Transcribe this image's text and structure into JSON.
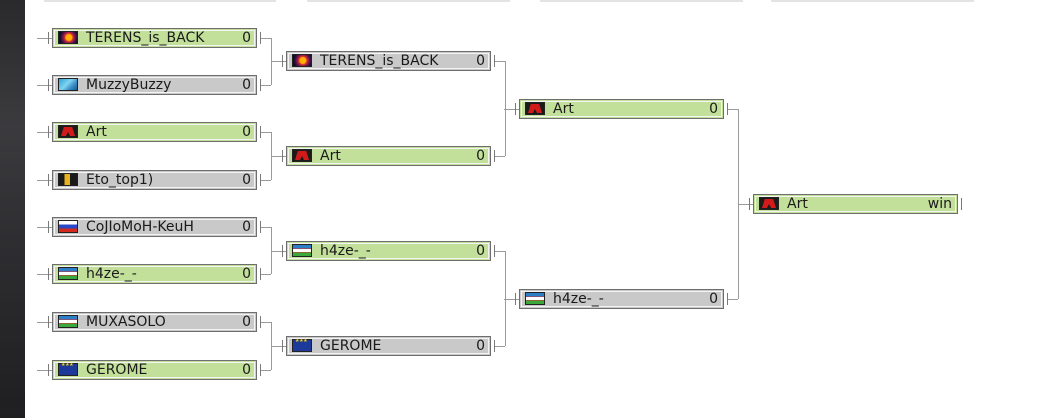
{
  "bracket": {
    "round1": [
      {
        "name": "TERENS_is_BACK",
        "score": "0",
        "flag": "terens-avatar-icon",
        "state": "winner"
      },
      {
        "name": "MuzzyBuzzy",
        "score": "0",
        "flag": "muzzybuzzy-avatar-icon",
        "state": "loser"
      },
      {
        "name": "Art",
        "score": "0",
        "flag": "art-logo-icon",
        "state": "winner"
      },
      {
        "name": "Eto_top1)",
        "score": "0",
        "flag": "eto-avatar-icon",
        "state": "loser"
      },
      {
        "name": "CoJIoMoH-KeuH",
        "score": "0",
        "flag": "russia-flag-icon",
        "state": "loser"
      },
      {
        "name": "h4ze-_-",
        "score": "0",
        "flag": "uzbekistan-flag-icon",
        "state": "winner"
      },
      {
        "name": "MUXASOLO",
        "score": "0",
        "flag": "uzbekistan-flag-icon",
        "state": "loser"
      },
      {
        "name": "GEROME",
        "score": "0",
        "flag": "eu-flag-icon",
        "state": "winner"
      }
    ],
    "round2": [
      {
        "name": "TERENS_is_BACK",
        "score": "0",
        "flag": "terens-avatar-icon",
        "state": "loser"
      },
      {
        "name": "Art",
        "score": "0",
        "flag": "art-logo-icon",
        "state": "winner"
      },
      {
        "name": "h4ze-_-",
        "score": "0",
        "flag": "uzbekistan-flag-icon",
        "state": "winner"
      },
      {
        "name": "GEROME",
        "score": "0",
        "flag": "eu-flag-icon",
        "state": "loser"
      }
    ],
    "round3": [
      {
        "name": "Art",
        "score": "0",
        "flag": "art-logo-icon",
        "state": "winner"
      },
      {
        "name": "h4ze-_-",
        "score": "0",
        "flag": "uzbekistan-flag-icon",
        "state": "loser"
      }
    ],
    "final": [
      {
        "name": "Art",
        "score": "win",
        "flag": "art-logo-icon",
        "state": "winner"
      }
    ]
  },
  "colors": {
    "winner_bg": "#c3e09b",
    "loser_bg": "#c9c9c9",
    "border": "#6e6e6e",
    "connector": "#9a9a9a"
  }
}
